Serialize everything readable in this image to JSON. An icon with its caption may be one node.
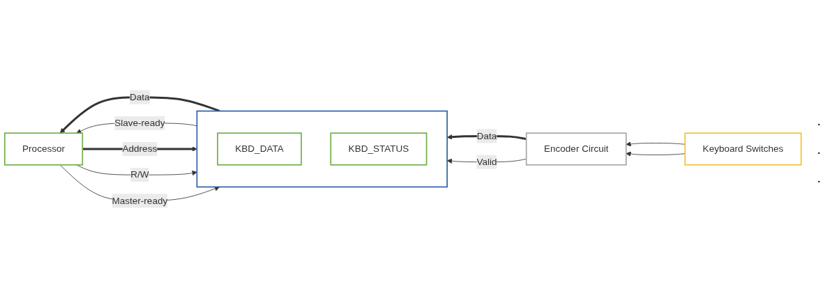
{
  "diagram": {
    "nodes": [
      {
        "text": [
          "Processor"
        ]
      },
      {
        "text": [],
        "shape": "box"
      },
      {
        "text": [
          "KBD_DATA"
        ],
        "in": 1
      },
      {
        "text": [
          "KBD_STATUS"
        ],
        "in": 1
      },
      {
        "text": [
          "Encoder Circuit"
        ]
      },
      {
        "text": [
          "Keyboard Switches"
        ]
      }
    ],
    "edges": [
      {
        "from": 1,
        "to": 0,
        "arrow": "to",
        "label": "Data",
        "style": "thick"
      },
      {
        "from": 0,
        "to": 1,
        "arrow": "to",
        "label": "Address",
        "style": "thick"
      },
      {
        "from": 0,
        "to": 1,
        "arrow": "to",
        "label": "R/W"
      },
      {
        "from": 0,
        "to": 1,
        "arrow": "to",
        "label": "Master-ready"
      },
      {
        "from": 1,
        "to": 0,
        "arrow": "to",
        "label": "Slave-ready"
      },
      {
        "from": 4,
        "to": 1,
        "arrow": "to",
        "label": "Data",
        "style": "thick"
      },
      {
        "from": 4,
        "to": 1,
        "arrow": "to",
        "label": "Valid"
      },
      {
        "from": 5,
        "to": 4,
        "arrow": "to"
      },
      {
        "from": 5,
        "to": 4,
        "arrow": "to"
      }
    ],
    "labels": [
      ".",
      ".",
      "."
    ]
  }
}
